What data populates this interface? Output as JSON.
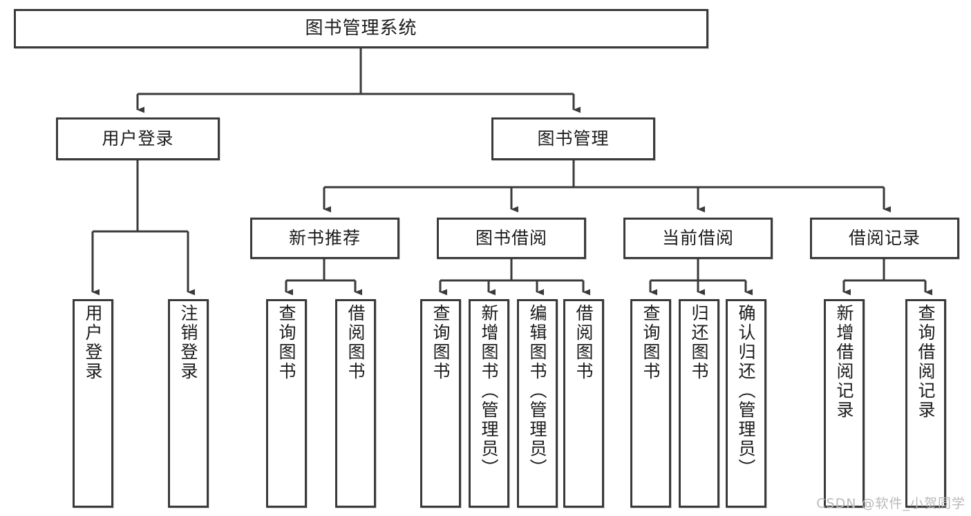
{
  "diagram": {
    "title": "图书管理系统",
    "type": "tree-hierarchy-diagram",
    "watermark": "CSDN @软件_小贺同学",
    "colors": {
      "box_border": "#3a3a3a",
      "box_fill": "#ffffff",
      "connector": "#3a3a3a",
      "text": "#1b1b1b",
      "watermark": "#b9b9b9",
      "background": "#ffffff"
    }
  },
  "nodes": {
    "root": {
      "label": "图书管理系统"
    },
    "level1": [
      {
        "id": "user-login",
        "label": "用户登录"
      },
      {
        "id": "book-management",
        "label": "图书管理"
      }
    ],
    "level2": [
      {
        "id": "new-book-recommend",
        "label": "新书推荐"
      },
      {
        "id": "book-borrow",
        "label": "图书借阅"
      },
      {
        "id": "current-borrow",
        "label": "当前借阅"
      },
      {
        "id": "borrow-record",
        "label": "借阅记录"
      }
    ],
    "leaves": {
      "user-login": [
        {
          "id": "leaf-user-login",
          "label": "用户登录"
        },
        {
          "id": "leaf-user-logout",
          "label": "注销登录"
        }
      ],
      "new-book-recommend": [
        {
          "id": "leaf-query-book-1",
          "label": "查询图书"
        },
        {
          "id": "leaf-borrow-book-1",
          "label": "借阅图书"
        }
      ],
      "book-borrow": [
        {
          "id": "leaf-query-book-2",
          "label": "查询图书"
        },
        {
          "id": "leaf-add-book",
          "label": "新增图书（管理员）"
        },
        {
          "id": "leaf-edit-book",
          "label": "编辑图书（管理员）"
        },
        {
          "id": "leaf-borrow-book-2",
          "label": "借阅图书"
        }
      ],
      "current-borrow": [
        {
          "id": "leaf-query-book-3",
          "label": "查询图书"
        },
        {
          "id": "leaf-return-book",
          "label": "归还图书"
        },
        {
          "id": "leaf-confirm-return",
          "label": "确认归还（管理员）"
        }
      ],
      "borrow-record": [
        {
          "id": "leaf-add-record",
          "label": "新增借阅记录"
        },
        {
          "id": "leaf-query-record",
          "label": "查询借阅记录"
        }
      ]
    }
  }
}
